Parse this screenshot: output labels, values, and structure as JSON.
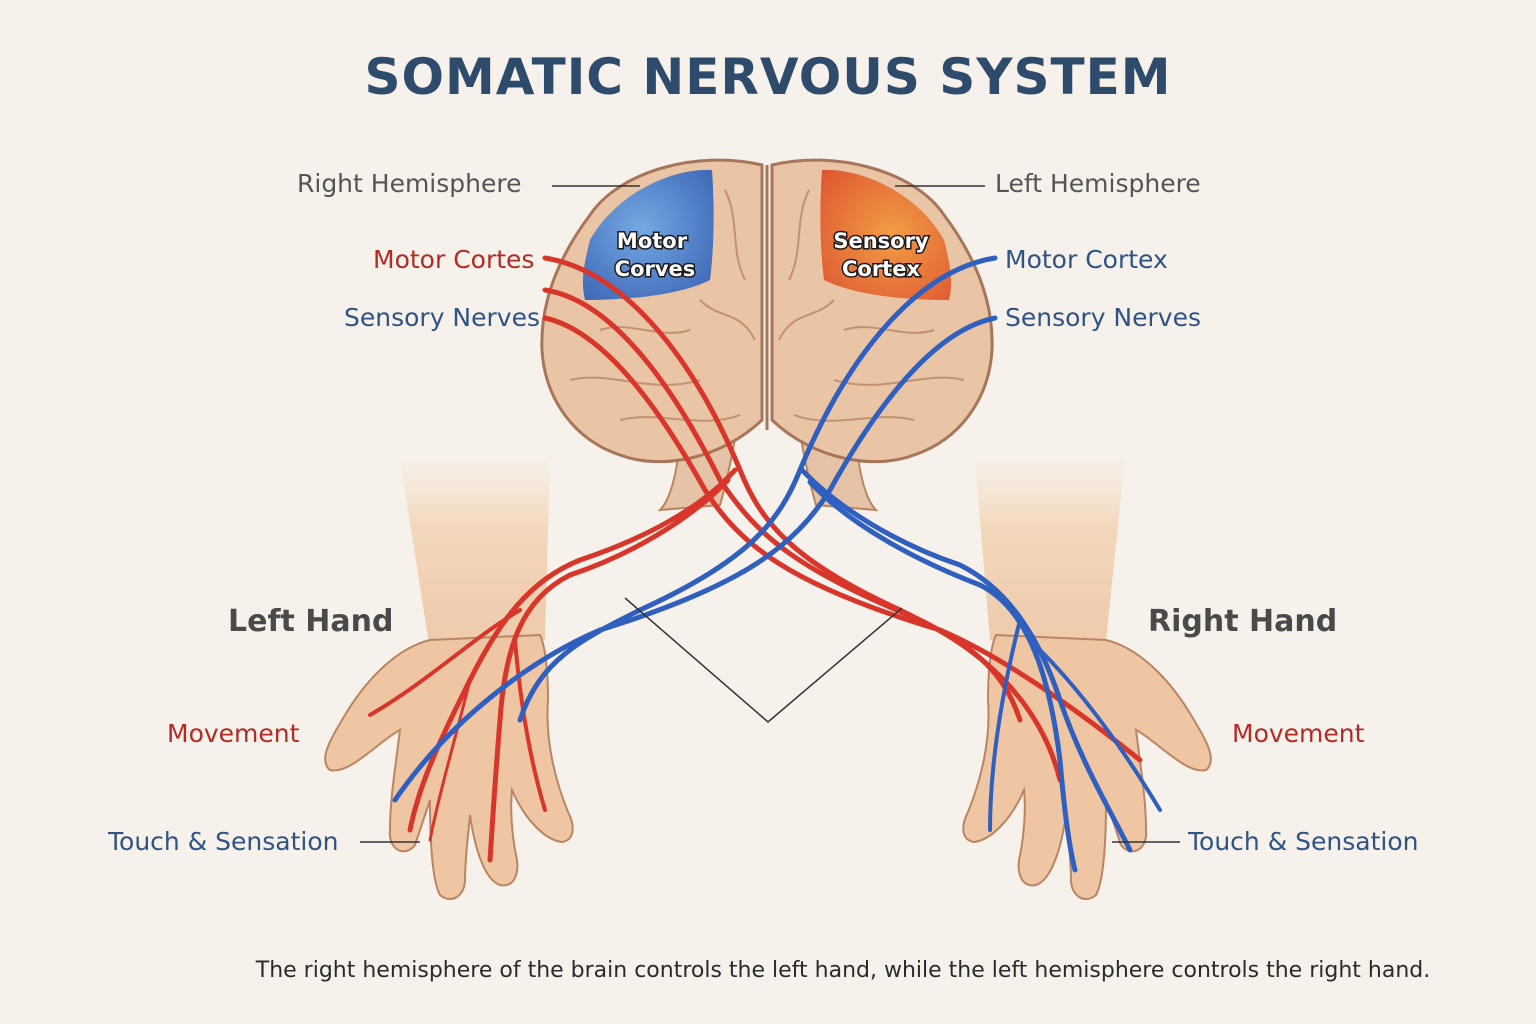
{
  "title": "SOMATIC NERVOUS SYSTEM",
  "labels": {
    "right_hemisphere": "Right Hemisphere",
    "left_hemisphere": "Left Hemisphere",
    "motor_left_side": "Motor Cortes",
    "sensory_left_side": "Sensory Nerves",
    "motor_right_side": "Motor Cortex",
    "sensory_right_side": "Sensory Nerves",
    "left_hand": "Left Hand",
    "right_hand": "Right Hand",
    "movement_left": "Movement",
    "movement_right": "Movement",
    "touch_left": "Touch & Sensation",
    "touch_right": "Touch & Sensation"
  },
  "brain": {
    "right_region_line1": "Motor",
    "right_region_line2": "Corves",
    "left_region_line1": "Sensory",
    "left_region_line2": "Cortex"
  },
  "caption": "The right hemisphere of the brain controls the left hand, while the left hemisphere controls the right hand.",
  "colors": {
    "motor_nerve": "#d9362b",
    "sensory_nerve": "#2f5fbf",
    "title": "#2f4b6b",
    "background": "#f6f1ea"
  }
}
